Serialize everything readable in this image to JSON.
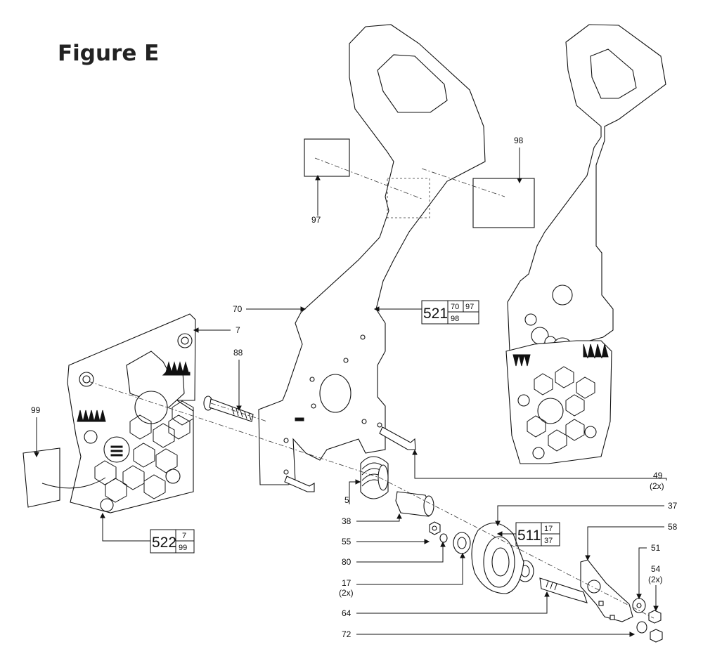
{
  "figure_title": "Figure E",
  "callouts": {
    "c97": "97",
    "c98": "98",
    "c70": "70",
    "c7": "7",
    "c88": "88",
    "c99": "99",
    "c49": "49",
    "c49_qty": "(2x)",
    "c37": "37",
    "c58": "58",
    "c51": "51",
    "c54": "54",
    "c54_qty": "(2x)",
    "c5": "5",
    "c38": "38",
    "c55": "55",
    "c80": "80",
    "c17": "17",
    "c17_qty": "(2x)",
    "c64": "64",
    "c72": "72"
  },
  "kits": {
    "k521": {
      "number": "521",
      "p1": "70",
      "p2": "97",
      "p3": "98"
    },
    "k522": {
      "number": "522",
      "p1": "7",
      "p2": "99"
    },
    "k511": {
      "number": "511",
      "p1": "17",
      "p2": "37"
    }
  }
}
